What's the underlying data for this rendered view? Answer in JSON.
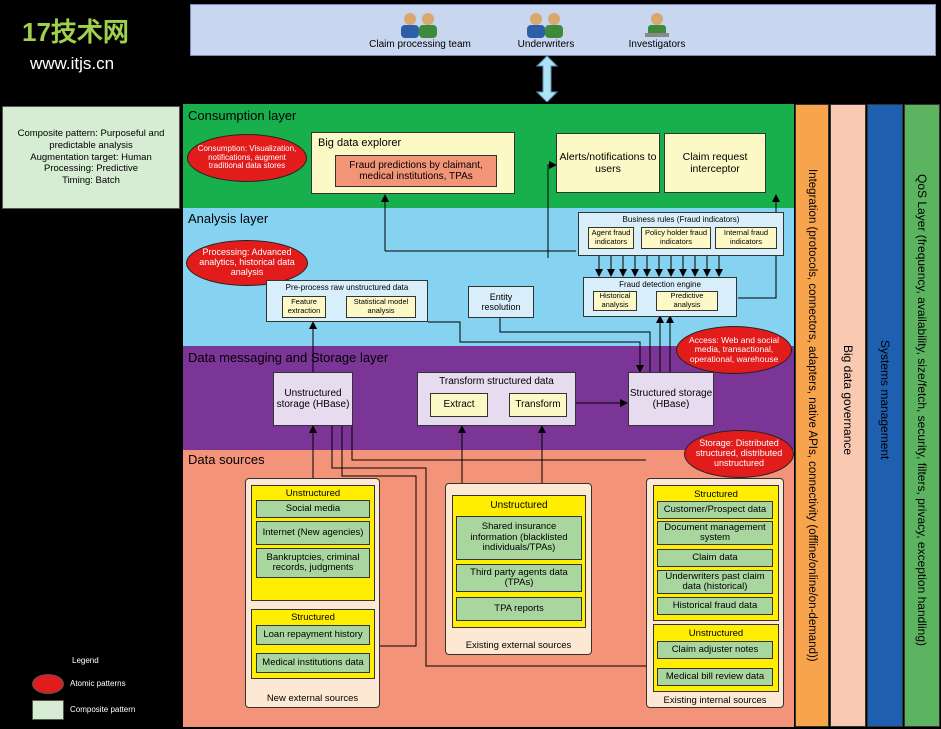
{
  "logo": {
    "brand": "17技术网",
    "url": "www.itjs.cn"
  },
  "actors": [
    {
      "label": "Claim processing team",
      "icon": "team-icon"
    },
    {
      "label": "Underwriters",
      "icon": "team-icon"
    },
    {
      "label": "Investigators",
      "icon": "investigator-icon"
    }
  ],
  "composite_pattern": {
    "line1": "Composite pattern: Purposeful and",
    "line2": "predictable analysis",
    "line3": "Augmentation target: Human",
    "line4": "Processing: Predictive",
    "line5": "Timing: Batch"
  },
  "layers": {
    "consumption": "Consumption layer",
    "analysis": "Analysis layer",
    "messaging": "Data messaging and Storage layer",
    "sources": "Data sources"
  },
  "consumption": {
    "oval": "Consumption: Visualization, notifications, augment traditional data stores",
    "explorer_title": "Big data explorer",
    "fraud_predictions": "Fraud predictions by claimant, medical institutions, TPAs",
    "alerts": "Alerts/notifications to users",
    "interceptor": "Claim request interceptor"
  },
  "analysis": {
    "oval": "Processing: Advanced analytics, historical data analysis",
    "business_rules": "Business rules (Fraud indicators)",
    "agent_fraud": "Agent fraud indicators",
    "policy_holder": "Policy holder fraud indicators",
    "internal_fraud": "Internal fraud indicators",
    "engine": "Fraud detection engine",
    "historical": "Historical analysis",
    "predictive": "Predictive analysis",
    "preprocess": "Pre-process raw unstructured data",
    "feature": "Feature extraction",
    "statistical": "Statistical model analysis",
    "entity": "Entity resolution"
  },
  "messaging": {
    "access_oval": "Access: Web and social media, transactional, operational, warehouse",
    "unstructured_storage": "Unstructured storage (HBase)",
    "transform_title": "Transform structured data",
    "extract": "Extract",
    "transform": "Transform",
    "structured_storage": "Structured storage (HBase)"
  },
  "sources": {
    "storage_oval": "Storage: Distributed structured, distributed unstructured",
    "new_external": {
      "caption": "New external sources",
      "unstructured_label": "Unstructured",
      "unstructured_items": [
        "Social media",
        "Internet (New agencies)",
        "Bankruptcies, criminal records, judgments"
      ],
      "structured_label": "Structured",
      "structured_items": [
        "Loan repayment history",
        "Medical institutions data"
      ]
    },
    "existing_external": {
      "caption": "Existing external sources",
      "label": "Unstructured",
      "items": [
        "Shared insurance information (blacklisted individuals/TPAs)",
        "Third party agents data (TPAs)",
        "TPA reports"
      ]
    },
    "existing_internal": {
      "caption": "Existing internal sources",
      "structured_label": "Structured",
      "structured_items": [
        "Customer/Prospect data",
        "Document management system",
        "Claim data",
        "Underwriters past claim data (historical)",
        "Historical fraud data"
      ],
      "unstructured_label": "Unstructured",
      "unstructured_items": [
        "Claim adjuster notes",
        "Medical bill review data"
      ]
    }
  },
  "side_columns": {
    "integration": "Integration (protocols, connectors, adapters, native APIs, connectivity (offline/online/on-demand))",
    "governance": "Big data governance",
    "systems": "Systems management",
    "qos": "QoS Layer (frequency, availability, size/fetch, security, filters, privacy, exception handling)"
  },
  "legend": {
    "title": "Legend",
    "atomic": "Atomic patterns",
    "composite": "Composite pattern"
  },
  "colors": {
    "consumption": "#17b04c",
    "analysis": "#86d3f1",
    "messaging": "#7b3596",
    "sources": "#f3937a",
    "integration": "#f7a44d",
    "governance": "#f9c9b2",
    "systems": "#1f5fb0",
    "qos": "#5cb461",
    "oval": "#e21b1b"
  }
}
